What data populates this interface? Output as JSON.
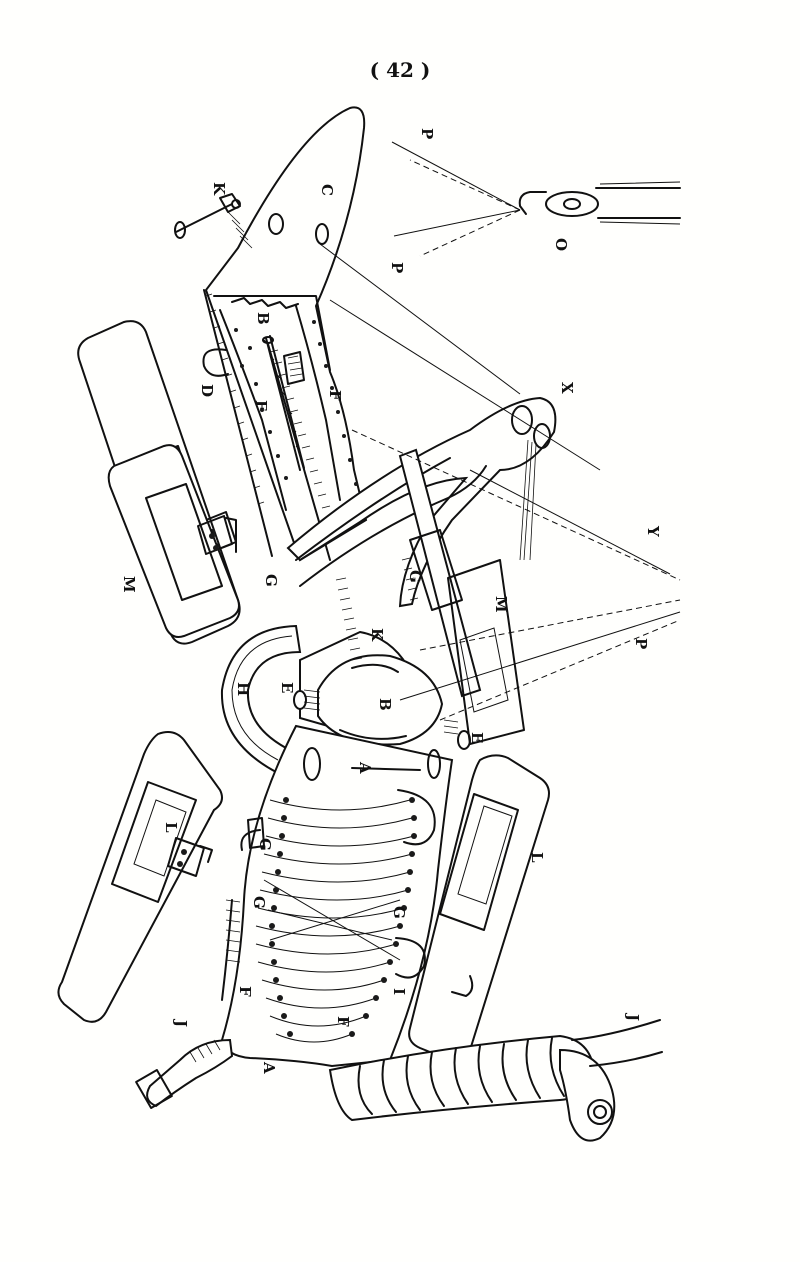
{
  "page": {
    "number": "( 42 )"
  },
  "figure": {
    "labels": {
      "A": "A",
      "B": "B",
      "C": "C",
      "D": "D",
      "E": "E",
      "F": "F",
      "G": "G",
      "H": "H",
      "I": "I",
      "J": "J",
      "K": "K",
      "L": "L",
      "M": "M",
      "O": "O",
      "P": "P",
      "X": "X",
      "Y": "Y"
    }
  }
}
